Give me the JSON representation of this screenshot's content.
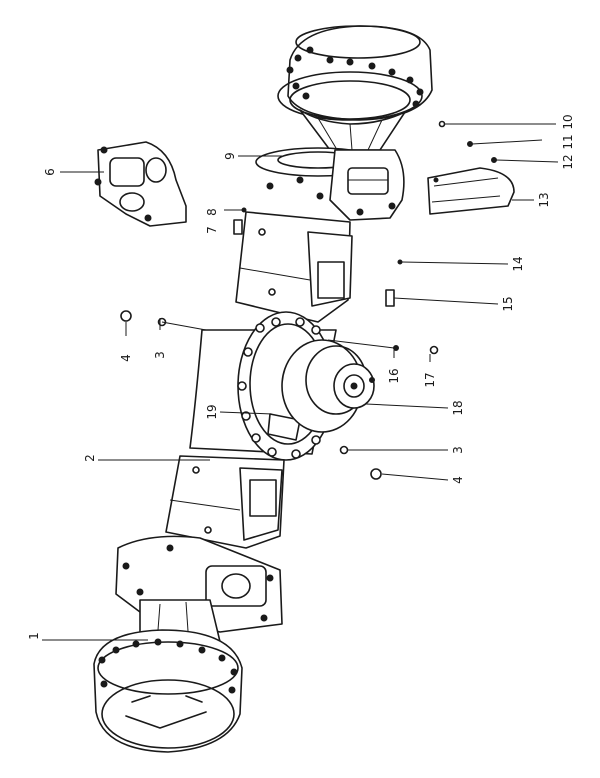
{
  "callouts": [
    {
      "id": "1",
      "label": "1"
    },
    {
      "id": "2",
      "label": "2"
    },
    {
      "id": "3a",
      "label": "3"
    },
    {
      "id": "4a",
      "label": "4"
    },
    {
      "id": "3b",
      "label": "3"
    },
    {
      "id": "4b",
      "label": "4"
    },
    {
      "id": "6",
      "label": "6"
    },
    {
      "id": "7",
      "label": "7"
    },
    {
      "id": "8",
      "label": "8"
    },
    {
      "id": "9",
      "label": "9"
    },
    {
      "id": "10",
      "label": "10"
    },
    {
      "id": "11",
      "label": "11"
    },
    {
      "id": "12",
      "label": "12"
    },
    {
      "id": "13",
      "label": "13"
    },
    {
      "id": "14",
      "label": "14"
    },
    {
      "id": "15",
      "label": "15"
    },
    {
      "id": "16",
      "label": "16"
    },
    {
      "id": "17",
      "label": "17"
    },
    {
      "id": "18",
      "label": "18"
    },
    {
      "id": "19",
      "label": "19"
    }
  ]
}
